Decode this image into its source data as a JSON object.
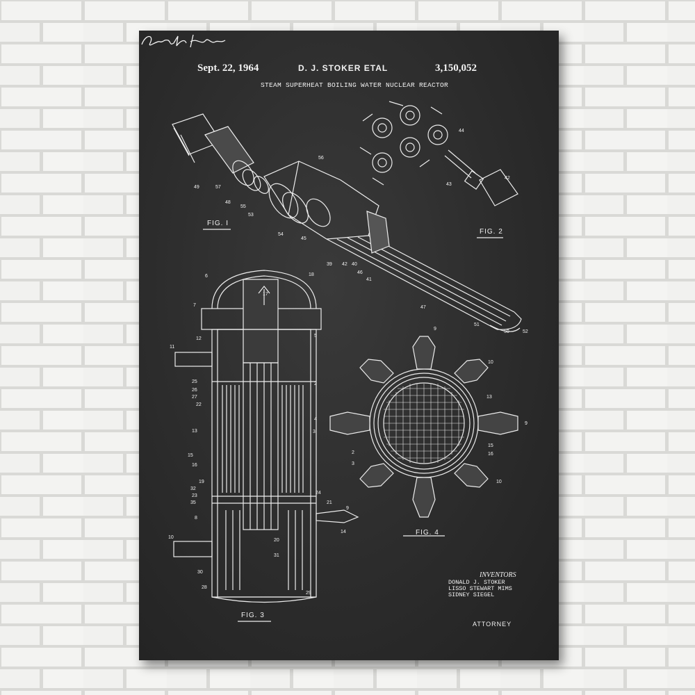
{
  "patent": {
    "date": "Sept. 22, 1964",
    "inventor_heading": "D. J. STOKER ETAL",
    "number": "3,150,052",
    "title": "STEAM SUPERHEAT BOILING WATER NUCLEAR REACTOR"
  },
  "figures": {
    "fig1": "FIG. I",
    "fig2": "FIG. 2",
    "fig3": "FIG. 3",
    "fig4": "FIG. 4"
  },
  "inventors": {
    "label": "INVENTORS",
    "names": [
      "DONALD J. STOKER",
      "LISSO STEWART MIMS",
      "SIDNEY SIEGEL"
    ],
    "signature": "Gerald A. Koris",
    "attorney_label": "ATTORNEY"
  },
  "colors": {
    "wall": "#e9e9e7",
    "poster": "#2c2c2c",
    "ink": "#f2f2f2"
  }
}
